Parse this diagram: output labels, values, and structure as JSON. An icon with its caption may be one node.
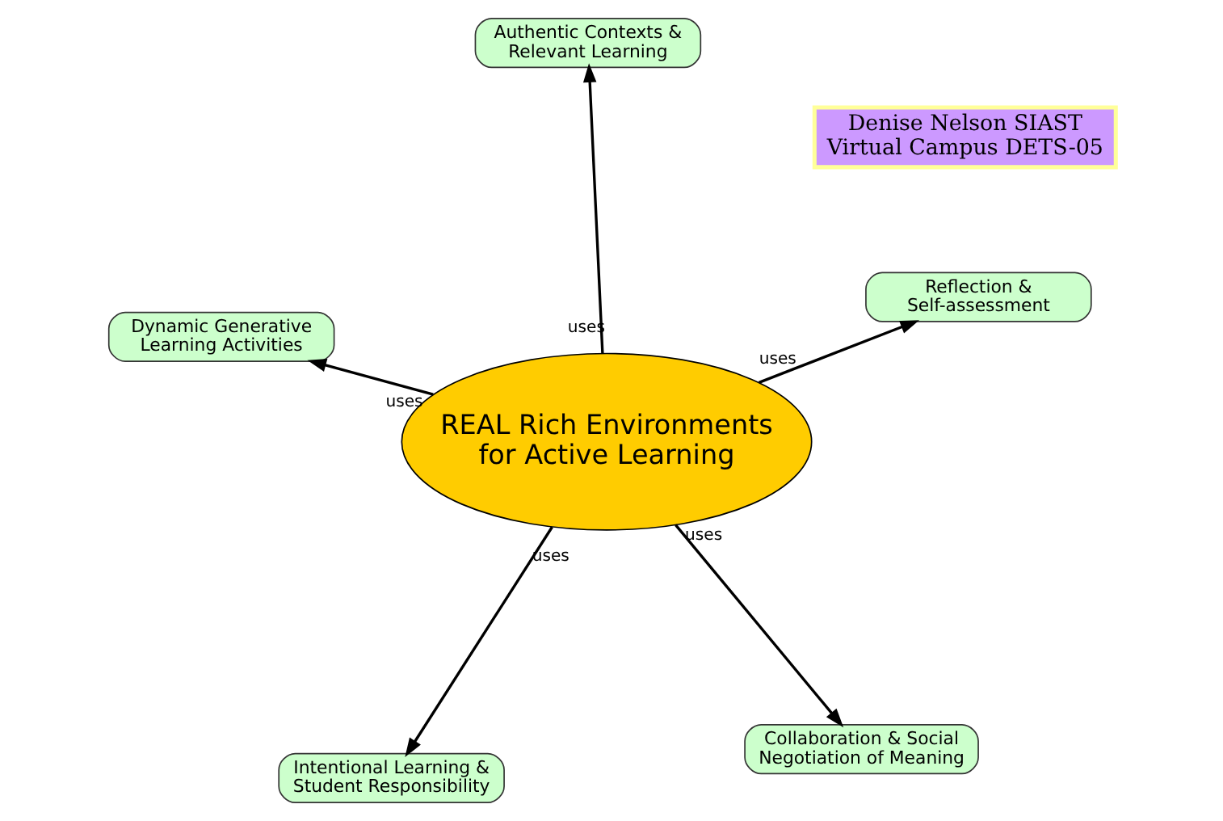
{
  "diagram": {
    "nodes": [
      {
        "text": [
          "REAL Rich Environments for Active Learning"
        ]
      },
      {
        "text": [
          "Collaboration & Social Negotiation of Meaning"
        ]
      },
      {
        "text": [
          "Intentional Learning & Student Responsibility"
        ]
      },
      {
        "text": [
          "Dynamic Generative Learning Activities"
        ]
      },
      {
        "text": [
          "Reflection & Self-assessment"
        ]
      },
      {
        "text": [
          "Authentic Contexts & Relevant Learning"
        ]
      },
      {
        "text": [
          "Denise Nelson SIAST Virtual Campus DETS-05"
        ]
      }
    ],
    "edges": [
      {
        "from": 0,
        "to": 1,
        "arrow": "to",
        "label": "uses"
      },
      {
        "from": 0,
        "to": 2,
        "arrow": "to",
        "label": "uses"
      },
      {
        "from": 0,
        "to": 3,
        "arrow": "to",
        "label": "uses"
      },
      {
        "from": 0,
        "to": 4,
        "arrow": "to",
        "label": "uses"
      },
      {
        "from": 0,
        "to": 5,
        "arrow": "to",
        "label": "uses"
      }
    ]
  }
}
